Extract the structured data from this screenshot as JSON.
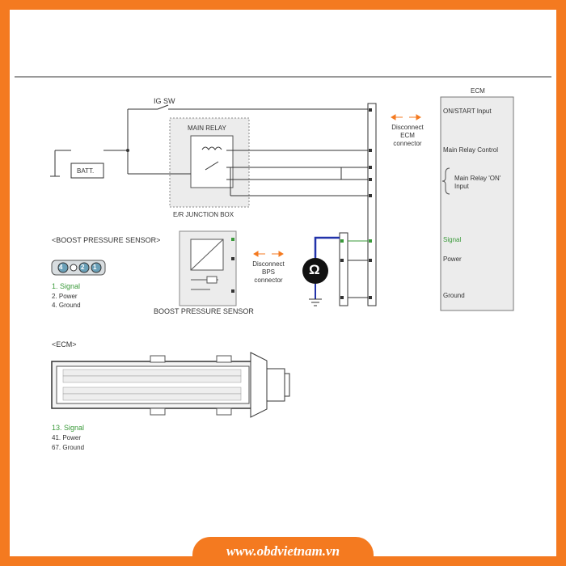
{
  "diagram": {
    "ig_sw": "IG SW",
    "batt": "BATT.",
    "main_relay": "MAIN RELAY",
    "junction_box": "E/R JUNCTION BOX",
    "boost_sensor_header": "<BOOST PRESSURE SENSOR>",
    "boost_sensor_label": "BOOST PRESSURE SENSOR",
    "sensor_pins": [
      "4",
      "2",
      "1"
    ],
    "sensor_pin_legend": [
      "1. Signal",
      "2. Power",
      "4. Ground"
    ],
    "disconnect_ecm": [
      "Disconnect",
      "ECM",
      "connector"
    ],
    "disconnect_bps": [
      "Disconnect",
      "BPS",
      "connector"
    ],
    "meter_symbol": "Ω",
    "ecm_box": {
      "title": "ECM",
      "on_start": "ON/START Input",
      "relay_control": "Main Relay Control",
      "relay_on": [
        "Main Relay 'ON'",
        "Input"
      ],
      "signal": "Signal",
      "power": "Power",
      "ground": "Ground"
    },
    "ecm_header": "<ECM>",
    "ecm_pin_legend": [
      "13. Signal",
      "41. Power",
      "67. Ground"
    ]
  },
  "footer": {
    "website": "www.obdvietnam.vn"
  },
  "colors": {
    "accent": "#f47a20",
    "signal": "#3a9a3a",
    "probe": "#2233aa"
  }
}
